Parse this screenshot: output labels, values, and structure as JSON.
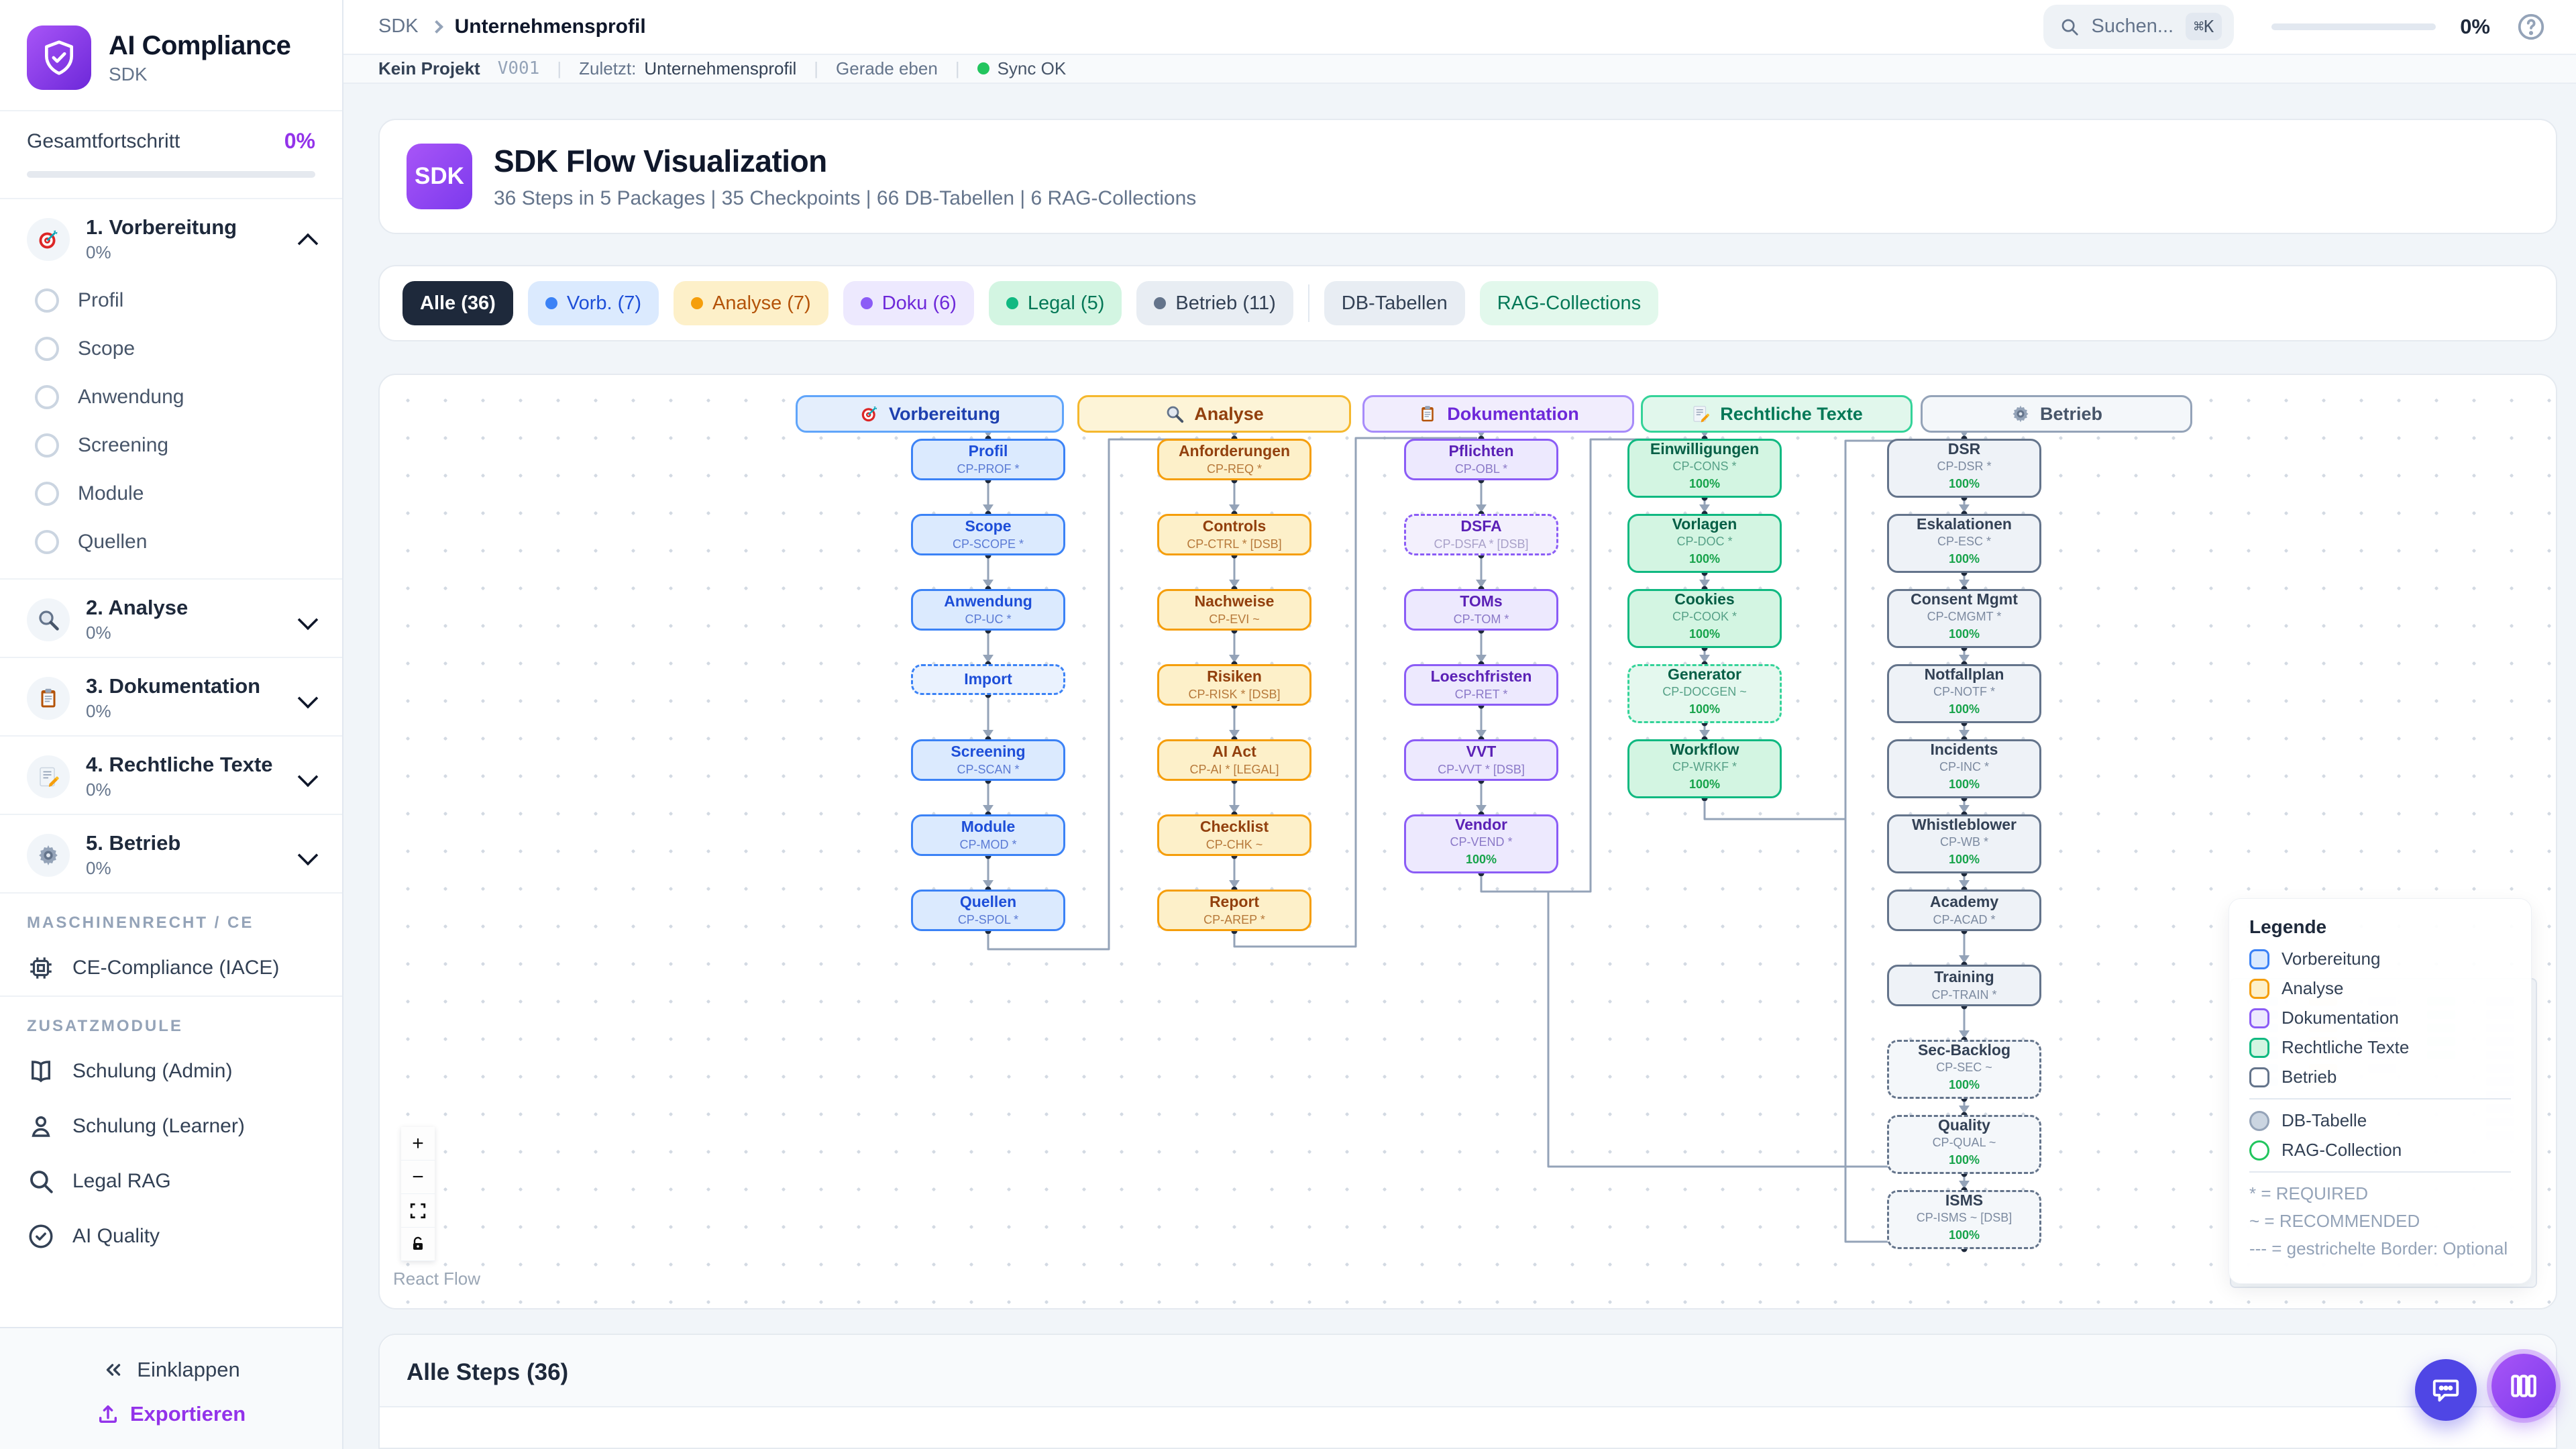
{
  "sidebar": {
    "app_name": "AI Compliance",
    "app_subtitle": "SDK",
    "overall_label": "Gesamtfortschritt",
    "overall_value": "0%",
    "sections": [
      {
        "icon": "target-icon",
        "label": "1. Vorbereitung",
        "progress": "0%",
        "expanded": true,
        "children": [
          "Profil",
          "Scope",
          "Anwendung",
          "Screening",
          "Module",
          "Quellen"
        ]
      },
      {
        "icon": "magnifier-icon",
        "label": "2. Analyse",
        "progress": "0%",
        "expanded": false,
        "children": []
      },
      {
        "icon": "clipboard-icon",
        "label": "3. Dokumentation",
        "progress": "0%",
        "expanded": false,
        "children": []
      },
      {
        "icon": "memo-icon",
        "label": "4. Rechtliche Texte",
        "progress": "0%",
        "expanded": false,
        "children": []
      },
      {
        "icon": "gear-icon",
        "label": "5. Betrieb",
        "progress": "0%",
        "expanded": false,
        "children": []
      }
    ],
    "group1_label": "MASCHINENRECHT / CE",
    "group1_items": [
      {
        "icon": "chip-icon",
        "label": "CE-Compliance (IACE)"
      }
    ],
    "group2_label": "ZUSATZMODULE",
    "group2_items": [
      {
        "icon": "book-icon",
        "label": "Schulung (Admin)"
      },
      {
        "icon": "user-icon",
        "label": "Schulung (Learner)"
      },
      {
        "icon": "search-icon",
        "label": "Legal RAG"
      },
      {
        "icon": "check-circle-icon",
        "label": "AI Quality"
      }
    ],
    "collapse_label": "Einklappen",
    "export_label": "Exportieren"
  },
  "topbar": {
    "breadcrumb_root": "SDK",
    "breadcrumb_page": "Unternehmensprofil",
    "search_placeholder": "Suchen...",
    "search_shortcut": "⌘K",
    "progress": "0%"
  },
  "statusbar": {
    "project": "Kein Projekt",
    "version": "V001",
    "last_label": "Zuletzt:",
    "last_value": "Unternehmensprofil",
    "time": "Gerade eben",
    "sync": "Sync OK"
  },
  "hero": {
    "badge": "SDK",
    "title": "SDK Flow Visualization",
    "subtitle": "36 Steps in 5 Packages | 35 Checkpoints | 66 DB-Tabellen | 6 RAG-Collections"
  },
  "filters": {
    "pills": [
      {
        "label": "Alle (36)",
        "style": "dark",
        "dot": false
      },
      {
        "label": "Vorb. (7)",
        "style": "blue",
        "dot": true
      },
      {
        "label": "Analyse (7)",
        "style": "amber",
        "dot": true
      },
      {
        "label": "Doku (6)",
        "style": "purple",
        "dot": true
      },
      {
        "label": "Legal (5)",
        "style": "green",
        "dot": true
      },
      {
        "label": "Betrieb (11)",
        "style": "slate",
        "dot": true
      }
    ],
    "extra": [
      {
        "label": "DB-Tabellen",
        "style": "gray",
        "dot": false
      },
      {
        "label": "RAG-Collections",
        "style": "mint",
        "dot": false
      }
    ]
  },
  "flow": {
    "packages": [
      {
        "id": "vorb",
        "label": "Vorbereitung",
        "icon": "target-icon",
        "cls": "hv",
        "nodes": [
          {
            "t": "Profil",
            "s": "CP-PROF *"
          },
          {
            "t": "Scope",
            "s": "CP-SCOPE *"
          },
          {
            "t": "Anwendung",
            "s": "CP-UC *"
          },
          {
            "t": "Import",
            "s": "",
            "dashed": true
          },
          {
            "t": "Screening",
            "s": "CP-SCAN *"
          },
          {
            "t": "Module",
            "s": "CP-MOD *"
          },
          {
            "t": "Quellen",
            "s": "CP-SPOL *"
          }
        ]
      },
      {
        "id": "analyse",
        "label": "Analyse",
        "icon": "magnifier-icon",
        "cls": "ha",
        "nodes": [
          {
            "t": "Anforderungen",
            "s": "CP-REQ *"
          },
          {
            "t": "Controls",
            "s": "CP-CTRL * [DSB]"
          },
          {
            "t": "Nachweise",
            "s": "CP-EVI ~"
          },
          {
            "t": "Risiken",
            "s": "CP-RISK * [DSB]"
          },
          {
            "t": "AI Act",
            "s": "CP-AI * [LEGAL]"
          },
          {
            "t": "Checklist",
            "s": "CP-CHK ~"
          },
          {
            "t": "Report",
            "s": "CP-AREP *"
          }
        ]
      },
      {
        "id": "doku",
        "label": "Dokumentation",
        "icon": "clipboard-icon",
        "cls": "hd",
        "nodes": [
          {
            "t": "Pflichten",
            "s": "CP-OBL *"
          },
          {
            "t": "DSFA",
            "s": "CP-DSFA * [DSB]",
            "dashed": true
          },
          {
            "t": "TOMs",
            "s": "CP-TOM *"
          },
          {
            "t": "Loeschfristen",
            "s": "CP-RET *"
          },
          {
            "t": "VVT",
            "s": "CP-VVT * [DSB]"
          },
          {
            "t": "Vendor",
            "s": "CP-VEND *",
            "p": "100%"
          }
        ]
      },
      {
        "id": "legal",
        "label": "Rechtliche Texte",
        "icon": "memo-icon",
        "cls": "hl",
        "nodes": [
          {
            "t": "Einwilligungen",
            "s": "CP-CONS *",
            "p": "100%"
          },
          {
            "t": "Vorlagen",
            "s": "CP-DOC *",
            "p": "100%"
          },
          {
            "t": "Cookies",
            "s": "CP-COOK *",
            "p": "100%"
          },
          {
            "t": "Generator",
            "s": "CP-DOCGEN ~",
            "p": "100%",
            "dashed": true
          },
          {
            "t": "Workflow",
            "s": "CP-WRKF *",
            "p": "100%"
          }
        ]
      },
      {
        "id": "betrieb",
        "label": "Betrieb",
        "icon": "gear-icon",
        "cls": "hb",
        "nodes": [
          {
            "t": "DSR",
            "s": "CP-DSR *",
            "p": "100%"
          },
          {
            "t": "Eskalationen",
            "s": "CP-ESC *",
            "p": "100%"
          },
          {
            "t": "Consent Mgmt",
            "s": "CP-CMGMT *",
            "p": "100%"
          },
          {
            "t": "Notfallplan",
            "s": "CP-NOTF *",
            "p": "100%"
          },
          {
            "t": "Incidents",
            "s": "CP-INC *",
            "p": "100%"
          },
          {
            "t": "Whistleblower",
            "s": "CP-WB *",
            "p": "100%"
          },
          {
            "t": "Academy",
            "s": "CP-ACAD *"
          },
          {
            "t": "Training",
            "s": "CP-TRAIN *"
          },
          {
            "t": "Sec-Backlog",
            "s": "CP-SEC ~",
            "p": "100%",
            "dashed": true
          },
          {
            "t": "Quality",
            "s": "CP-QUAL ~",
            "p": "100%",
            "dashed": true
          },
          {
            "t": "ISMS",
            "s": "CP-ISMS ~ [DSB]",
            "p": "100%",
            "dashed": true
          }
        ]
      }
    ]
  },
  "legend": {
    "title": "Legende",
    "packages": [
      {
        "label": "Vorbereitung",
        "border": "#3b82f6",
        "bg": "#dbeafe"
      },
      {
        "label": "Analyse",
        "border": "#f59e0b",
        "bg": "#fdf0c9"
      },
      {
        "label": "Dokumentation",
        "border": "#8b5cf6",
        "bg": "#ede9fe"
      },
      {
        "label": "Rechtliche Texte",
        "border": "#10b981",
        "bg": "#d3f5e2"
      },
      {
        "label": "Betrieb",
        "border": "#64748b",
        "bg": "#ffffff"
      }
    ],
    "shapes": [
      {
        "label": "DB-Tabelle",
        "border": "#94a3b8",
        "bg": "#cbd5e1"
      },
      {
        "label": "RAG-Collection",
        "border": "#22c55e",
        "bg": "#ffffff"
      }
    ],
    "notes": [
      "* = REQUIRED",
      "~ = RECOMMENDED",
      "--- = gestrichelte Border: Optional"
    ]
  },
  "controls": {
    "attribution": "React Flow"
  },
  "steps": {
    "title": "Alle Steps (36)"
  },
  "colors": {
    "accent": "#7c3aed",
    "progress": "#22c55e",
    "edge": "#94a3b8",
    "sync": "#22c55e"
  }
}
